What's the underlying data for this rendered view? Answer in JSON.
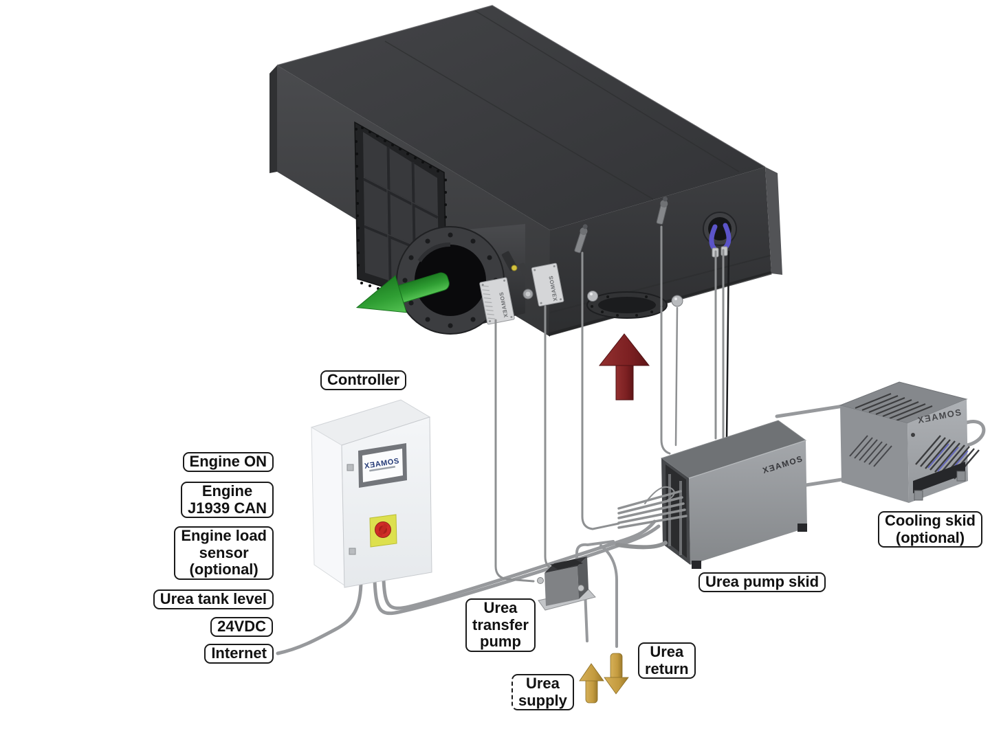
{
  "meta": {
    "description": "XEAMOS SCR exhaust-gas aftertreatment system schematic overview",
    "background": "#ffffff"
  },
  "brand": {
    "logo": "XƎAMOS"
  },
  "labels": {
    "controller": "Controller",
    "engine_on": "Engine ON",
    "engine_can": "Engine\nJ1939 CAN",
    "engine_load_sensor": "Engine load\nsensor\n(optional)",
    "urea_tank_level": "Urea tank level",
    "power": "24VDC",
    "internet": "Internet",
    "urea_transfer_pump": "Urea\ntransfer\npump",
    "urea_supply": "Urea\nsupply",
    "urea_return": "Urea\nreturn",
    "urea_pump_skid": "Urea pump skid",
    "cooling_skid": "Cooling skid\n(optional)"
  },
  "logos": {
    "controller_screen": "XƎAMOS",
    "sensor_box_1": "XƎAMOS",
    "sensor_box_2": "XƎAMOS",
    "urea_pump_skid": "XƎAMOS",
    "cooling_skid": "XƎAMOS"
  },
  "colors": {
    "exhaust_out_arrow": "#2f9e33",
    "exhaust_in_arrow": "#7c2022",
    "urea_flow_arrows": "#c49b3f",
    "cable_gray": "#97999c",
    "urea_hose_blue": "#5b54c9",
    "silencer_dark": "#3a3b3d",
    "cabinet_white": "#f2f4f6",
    "skid_gray": "#9a9da1"
  }
}
